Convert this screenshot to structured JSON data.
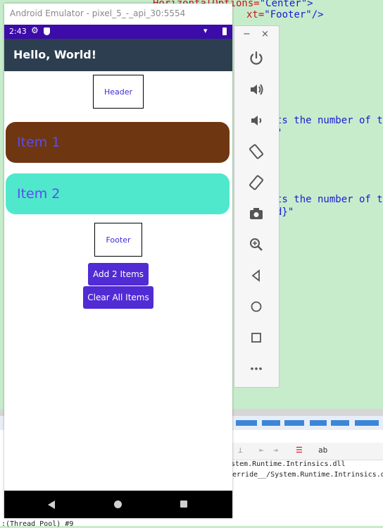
{
  "ide": {
    "code_lines": [
      {
        "attr": "HorizontalOptions=",
        "str": "\"Center\">"
      },
      {
        "attr": "xt=",
        "str": "\"Footer\"/>"
      },
      {
        "attr": "",
        "str": "ts the number of t"
      },
      {
        "attr": "",
        "str": "\""
      },
      {
        "attr": "",
        "str": "ts the number of t"
      },
      {
        "attr": "",
        "str": "d}\""
      }
    ],
    "output_lines": [
      "stem.Runtime.Intrinsics.dll",
      "erride__/System.Runtime.Intrinsics.d",
      ":(Thread Pool) #9"
    ]
  },
  "emulator": {
    "title": "Android Emulator - pixel_5_-_api_30:5554",
    "status_time": "2:43",
    "app_title": "Hello, World!",
    "header_text": "Header",
    "items": [
      {
        "label": "Item 1",
        "color": "#6f3612"
      },
      {
        "label": "Item 2",
        "color": "#4fe8cc"
      }
    ],
    "footer_text": "Footer",
    "add_button": "Add 2 Items",
    "clear_button": "Clear All Items",
    "accent": "#512bd4",
    "status_bar_color": "#3c0baa",
    "app_bar_color": "#2d3e50"
  },
  "side_toolbar": {
    "minimize": "−",
    "close": "×",
    "tools": [
      "power-icon",
      "volume-up-icon",
      "volume-down-icon",
      "rotate-left-icon",
      "rotate-right-icon",
      "camera-icon",
      "zoom-icon",
      "back-icon",
      "home-icon",
      "overview-icon",
      "more-icon"
    ]
  }
}
